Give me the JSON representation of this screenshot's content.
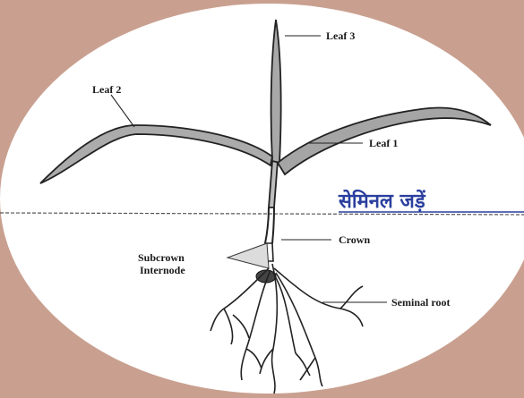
{
  "labels": {
    "leaf3": "Leaf 3",
    "leaf2": "Leaf 2",
    "leaf1": "Leaf 1",
    "hindi_caption": "सेमिनल जड़ें",
    "crown": "Crown",
    "subcrown_line1": "Subcrown",
    "subcrown_line2": "Internode",
    "seminal_root": "Seminal root"
  },
  "colors": {
    "background": "#c9a090",
    "oval_fill": "#ffffff",
    "caption": "#2a3f9e",
    "ink": "#1a1a1a"
  }
}
